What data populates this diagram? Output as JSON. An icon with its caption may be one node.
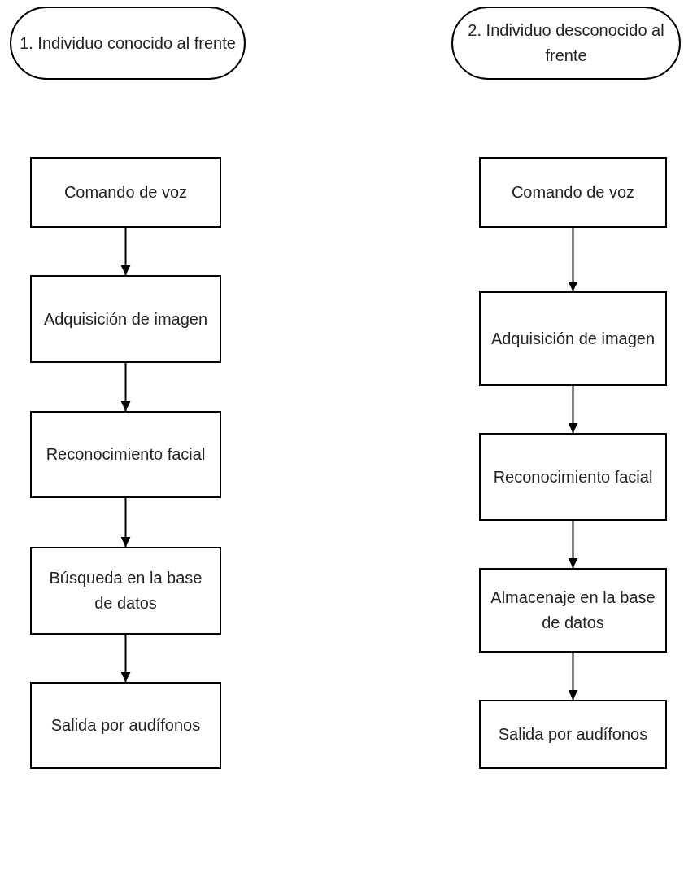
{
  "diagram": {
    "nodes": [
      {
        "text": [
          "1. Individuo conocido al frente"
        ]
      },
      {
        "text": [
          "Comando de voz"
        ]
      },
      {
        "text": [
          "Adquisición de imagen"
        ]
      },
      {
        "text": [
          "Reconocimiento facial"
        ]
      },
      {
        "text": [
          "Búsqueda en la base de datos"
        ]
      },
      {
        "text": [
          "Salida por audífonos"
        ]
      },
      {
        "text": [
          "2. Individuo desconocido al frente"
        ]
      },
      {
        "text": [
          "Comando de voz"
        ]
      },
      {
        "text": [
          "Adquisición de imagen"
        ]
      },
      {
        "text": [
          "Reconocimiento facial"
        ]
      },
      {
        "text": [
          "Almacenaje en la base de datos"
        ]
      },
      {
        "text": [
          "Salida por audífonos"
        ]
      }
    ],
    "edges": [
      {
        "from": 1,
        "to": 2,
        "arrow": "to"
      },
      {
        "from": 2,
        "to": 3,
        "arrow": "to"
      },
      {
        "from": 3,
        "to": 4,
        "arrow": "to"
      },
      {
        "from": 4,
        "to": 5,
        "arrow": "to"
      },
      {
        "from": 7,
        "to": 8,
        "arrow": "to"
      },
      {
        "from": 8,
        "to": 9,
        "arrow": "to"
      },
      {
        "from": 9,
        "to": 10,
        "arrow": "to"
      },
      {
        "from": 10,
        "to": 11,
        "arrow": "to"
      }
    ]
  }
}
